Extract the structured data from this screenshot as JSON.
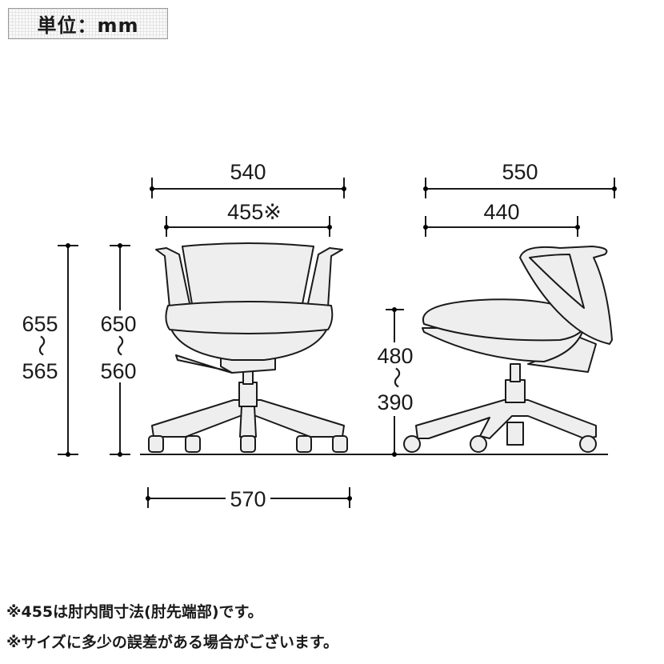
{
  "unit_label": "単位：mm",
  "front_view": {
    "overall_width": "540",
    "arm_inner_width": "455※",
    "total_height_max": "655",
    "total_height_min": "565",
    "arm_height_max": "650",
    "arm_height_min": "560",
    "base_width": "570",
    "range_mark": "～"
  },
  "side_view": {
    "overall_depth": "550",
    "seat_depth": "440",
    "seat_height_max": "480",
    "seat_height_min": "390",
    "range_mark": "～"
  },
  "notes": [
    "※455は肘内間寸法(肘先端部)です。",
    "※サイズに多少の誤差がある場合がございます。"
  ]
}
